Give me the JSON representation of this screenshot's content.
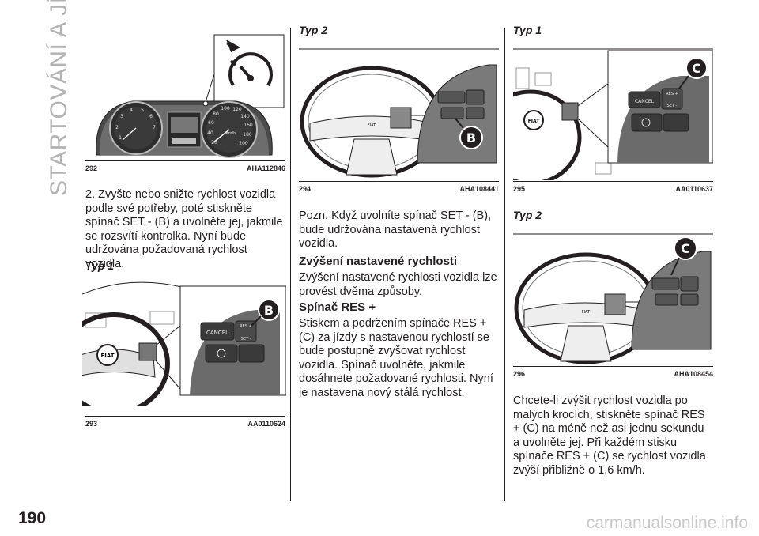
{
  "section_title": "STARTOVÁNÍ A JÍZDA",
  "page_number": "190",
  "watermark": "carmanualsonline.info",
  "figures": {
    "f292": {
      "number": "292",
      "code": "AHA112846"
    },
    "f293": {
      "number": "293",
      "code": "AA0110624"
    },
    "f294": {
      "number": "294",
      "code": "AHA108441"
    },
    "f295": {
      "number": "295",
      "code": "AA0110637"
    },
    "f296": {
      "number": "296",
      "code": "AHA108454"
    }
  },
  "figure_labels": {
    "b": "B",
    "c": "C",
    "cancel": "CANCEL",
    "res": "RES +",
    "set": "SET -",
    "fiat": "FIAT",
    "km_h": "km/h"
  },
  "col1": {
    "text1": "2. Zvyšte nebo snižte rychlost vozidla podle své potřeby, poté stiskněte spínač SET - (B) a uvolněte jej, jakmile se rozsvítí kontrolka. Nyní bude udržována požadovaná rychlost vozidla.",
    "type1": "Typ 1"
  },
  "col2": {
    "type2": "Typ 2",
    "note": "Pozn.  Když uvolníte spínač SET - (B), bude udržována nastavená rychlost vozidla.",
    "heading": "Zvýšení nastavené rychlosti",
    "intro": "Zvýšení nastavené rychlosti vozidla lze provést dvěma způsoby.",
    "subheading": "Spínač RES +",
    "text": "Stiskem a podržením spínače RES + (C) za jízdy s nastavenou rychlostí se bude postupně zvyšovat rychlost vozidla. Spínač uvolněte, jakmile dosáhnete požadované rychlosti. Nyní je nastavena nový stálá rychlost."
  },
  "col3": {
    "type1": "Typ 1",
    "type2": "Typ 2",
    "text": "Chcete-li zvýšit rychlost vozidla po malých krocích, stiskněte spínač RES + (C) na méně než asi jednu sekundu a uvolněte jej. Při každém stisku spínače RES + (C) se rychlost vozidla zvýší přibližně o 1,6 km/h."
  }
}
